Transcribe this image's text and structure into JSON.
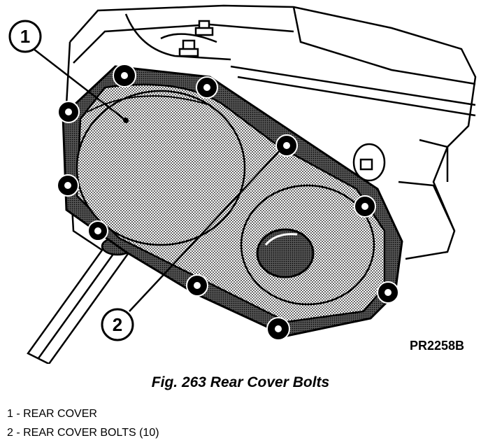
{
  "figure": {
    "code": "PR2258B",
    "callouts": [
      {
        "number": "1"
      },
      {
        "number": "2"
      }
    ]
  },
  "caption": "Fig. 263 Rear Cover Bolts",
  "legend": [
    {
      "number": "1",
      "separator": " - ",
      "text": "REAR COVER"
    },
    {
      "number": "2",
      "separator": " - ",
      "text": "REAR COVER BOLTS (10)"
    }
  ]
}
